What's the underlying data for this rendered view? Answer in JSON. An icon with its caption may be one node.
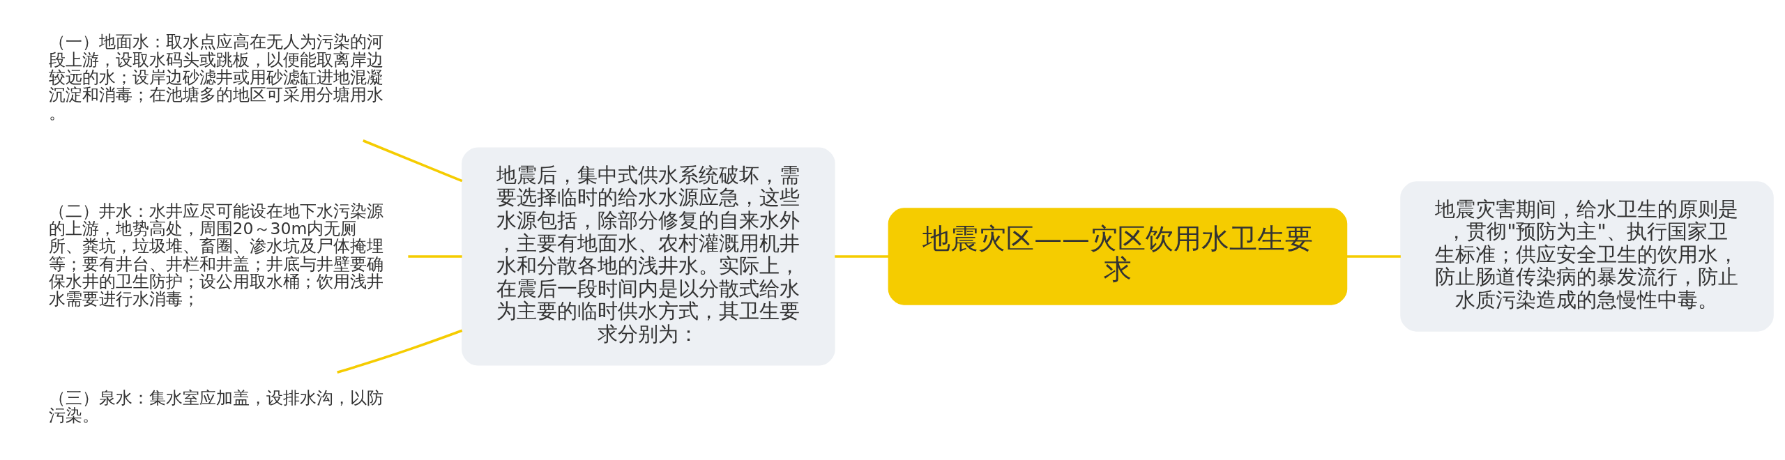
{
  "diagram": {
    "nodes": [
      {
        "text": [
          "地震灾区——灾区饮用水卫生要求"
        ]
      },
      {
        "text": [
          "地震后，集中式供水系统破坏，需要选择临时的给水水源应急，这些水源包括，除部分修复的自来水外，主要有地面水、农村灌溉用机井水和分散各地的浅井水。实际上，在震后一段时间内是以分散式给水为主要的临时供水方式，其卫生要求分别为："
        ]
      },
      {
        "text": [
          "地震灾害期间，给水卫生的原则是，贯彻\"预防为主\"、执行国家卫生标准；供应安全卫生的饮用水，防止肠道传染病的暴发流行，防止水质污染造成的急慢性中毒。"
        ]
      },
      {
        "text": [
          "（一）地面水：取水点应高在无人为污染的河段上游，设取水码头或跳板，以便能取离岸边较远的水；设岸边砂滤井或用砂滤缸进地混凝沉淀和消毒；在池塘多的地区可采用分塘用水。"
        ]
      },
      {
        "text": [
          "（二）井水：水井应尽可能设在地下水污染源的上游，地势高处，周围20～30m内无厕所、粪坑，垃圾堆、畜圈、渗水坑及尸体掩埋等；要有井台、井栏和井盖；井底与井壁要确保水井的卫生防护；设公用取水桶；饮用浅井水需要进行水消毒；"
        ]
      },
      {
        "text": [
          "（三）泉水：集水室应加盖，设排水沟，以防污染。"
        ]
      }
    ],
    "edges": [
      {
        "from": 0,
        "to": 1,
        "arrow": "none"
      },
      {
        "from": 0,
        "to": 2,
        "arrow": "none"
      },
      {
        "from": 1,
        "to": 3,
        "arrow": "none"
      },
      {
        "from": 1,
        "to": 4,
        "arrow": "none"
      },
      {
        "from": 1,
        "to": 5,
        "arrow": "none"
      }
    ]
  }
}
